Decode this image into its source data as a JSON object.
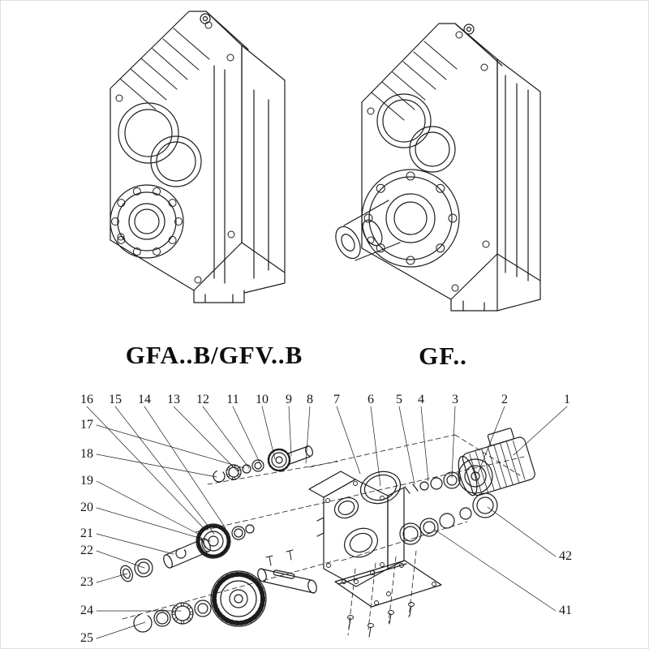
{
  "meta": {
    "background_color": "#ffffff",
    "line_color": "#1c1c1c",
    "description": "Catalog sheet: two isometric line drawings of parallel-shaft helical gear reducers with an exploded parts diagram below"
  },
  "drawings": {
    "left_label": "GFA..B/GFV..B",
    "right_label": "GF.."
  },
  "exploded": {
    "top_numbers": [
      "16",
      "15",
      "14",
      "13",
      "12",
      "11",
      "10",
      "9",
      "8",
      "7",
      "6",
      "5",
      "4",
      "3",
      "2",
      "1"
    ],
    "left_numbers": [
      "17",
      "18",
      "19",
      "20",
      "21",
      "22",
      "23",
      "24",
      "25"
    ],
    "right_numbers": [
      "42",
      "41"
    ]
  }
}
